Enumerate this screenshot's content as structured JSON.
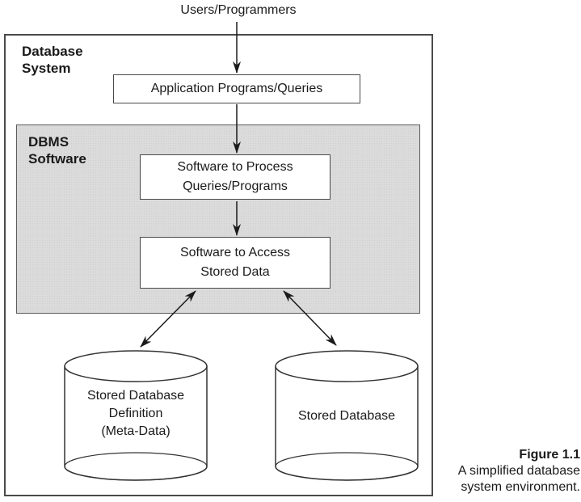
{
  "figure": {
    "users_label": "Users/Programmers",
    "outer_label": "Database\nSystem",
    "dbms_label": "DBMS\nSoftware",
    "app_box_label": "Application Programs/Queries",
    "process_box_label": "Software to Process\nQueries/Programs",
    "access_box_label": "Software to Access\nStored Data",
    "left_cylinder_label": "Stored Database\nDefinition\n(Meta-Data)",
    "right_cylinder_label": "Stored Database"
  },
  "caption": {
    "title": "Figure 1.1",
    "line1": "A simplified database",
    "line2": "system environment."
  },
  "colors": {
    "dbms_region_fill": "#dbdbdb",
    "box_border": "#4a4a4a",
    "arrow": "#1a1a1a",
    "background": "#ffffff"
  }
}
